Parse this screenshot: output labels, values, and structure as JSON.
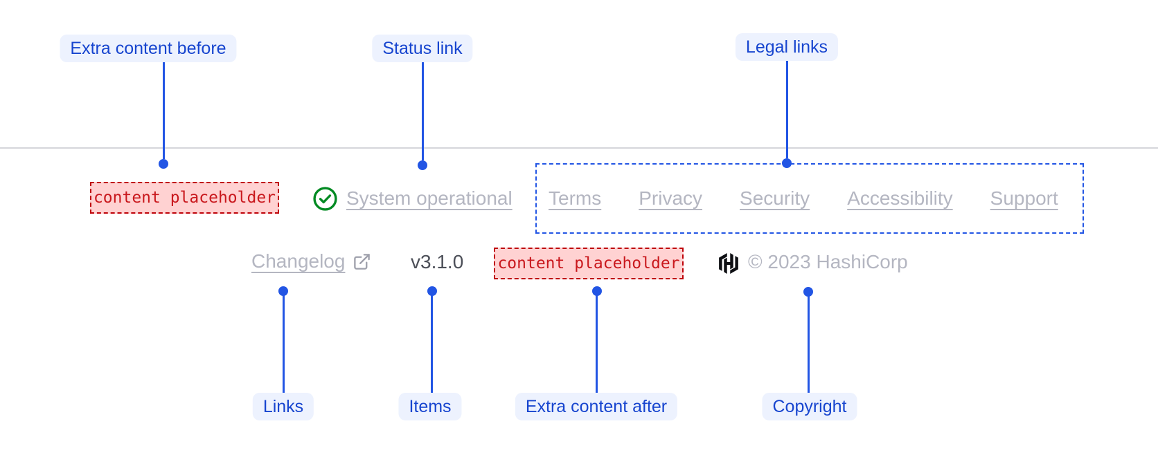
{
  "theme": {
    "accent_blue": "#2255e4",
    "label_text_blue": "#1745cf",
    "label_bg": "#edf2fe",
    "faded_link_gray": "#b4b6c1",
    "item_text_gray": "#4c4f58",
    "placeholder_red": "#c9181d",
    "placeholder_border": "#bf0209",
    "placeholder_bg": "#ffd2d2",
    "status_green": "#008a22",
    "logo_black": "#0d0e12",
    "divider_gray": "#d5d6db"
  },
  "callouts": {
    "extra_content_before": "Extra content before",
    "status_link": "Status link",
    "legal_links": "Legal links",
    "links": "Links",
    "items": "Items",
    "extra_content_after": "Extra content after",
    "copyright": "Copyright"
  },
  "footer": {
    "extra_content_before": "content placeholder",
    "status_link": {
      "label": "System operational",
      "icon": "check-circle-icon"
    },
    "legal_links": [
      "Terms",
      "Privacy",
      "Security",
      "Accessibility",
      "Support"
    ],
    "links": [
      {
        "label": "Changelog",
        "icon": "external-link-icon"
      }
    ],
    "items": {
      "version": "v3.1.0"
    },
    "extra_content_after": "content placeholder",
    "copyright": {
      "logo": "hashicorp-logo",
      "text": "© 2023 HashiCorp"
    }
  }
}
